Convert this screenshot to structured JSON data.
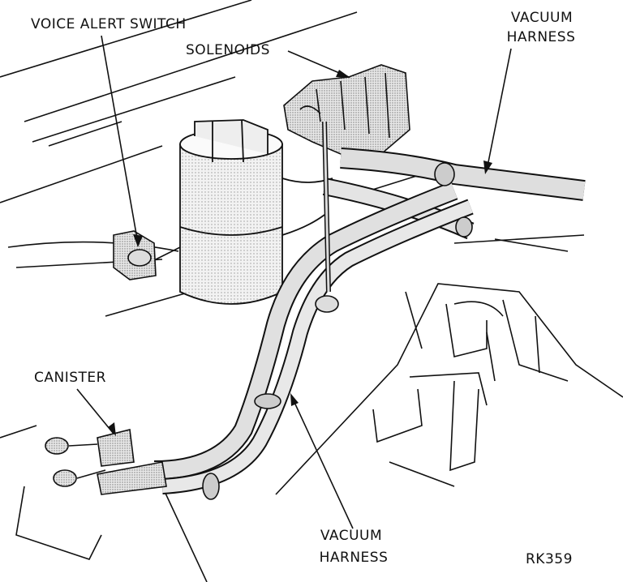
{
  "labels": {
    "voice_alert_switch": "VOICE ALERT SWITCH",
    "solenoids": "SOLENOIDS",
    "vacuum_harness_top_1": "VACUUM",
    "vacuum_harness_top_2": "HARNESS",
    "canister": "CANISTER",
    "vacuum_harness_bottom_1": "VACUUM",
    "vacuum_harness_bottom_2": "HARNESS",
    "figure_code": "RK359"
  },
  "colors": {
    "ink": "#111111",
    "paper": "#ffffff",
    "canister_fill": "#e6e6e6",
    "hose_fill": "#d9d9d9"
  }
}
